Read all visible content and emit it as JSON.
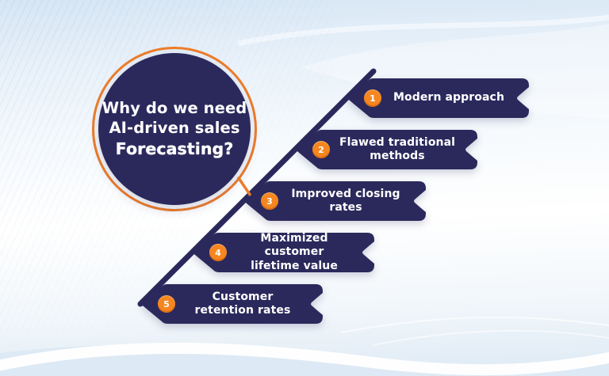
{
  "colors": {
    "navy": "#2B295C",
    "orange": "#ED7D2B",
    "badge_orange": "#F6861F",
    "badge_border": "#DD6E14",
    "bg_top": "#D6E6F4",
    "bg_bottom": "#DDE9F4",
    "text": "#FFFFFF"
  },
  "circle": {
    "lines": [
      "Why do we need",
      "AI-driven sales",
      "Forecasting?"
    ]
  },
  "items": [
    {
      "number": "1",
      "lines": [
        "Modern approach",
        ""
      ]
    },
    {
      "number": "2",
      "lines": [
        "Flawed traditional",
        "methods"
      ]
    },
    {
      "number": "3",
      "lines": [
        "Improved closing",
        "rates"
      ]
    },
    {
      "number": "4",
      "lines": [
        "Maximized customer",
        "lifetime value"
      ]
    },
    {
      "number": "5",
      "lines": [
        "Customer",
        "retention rates"
      ]
    }
  ]
}
